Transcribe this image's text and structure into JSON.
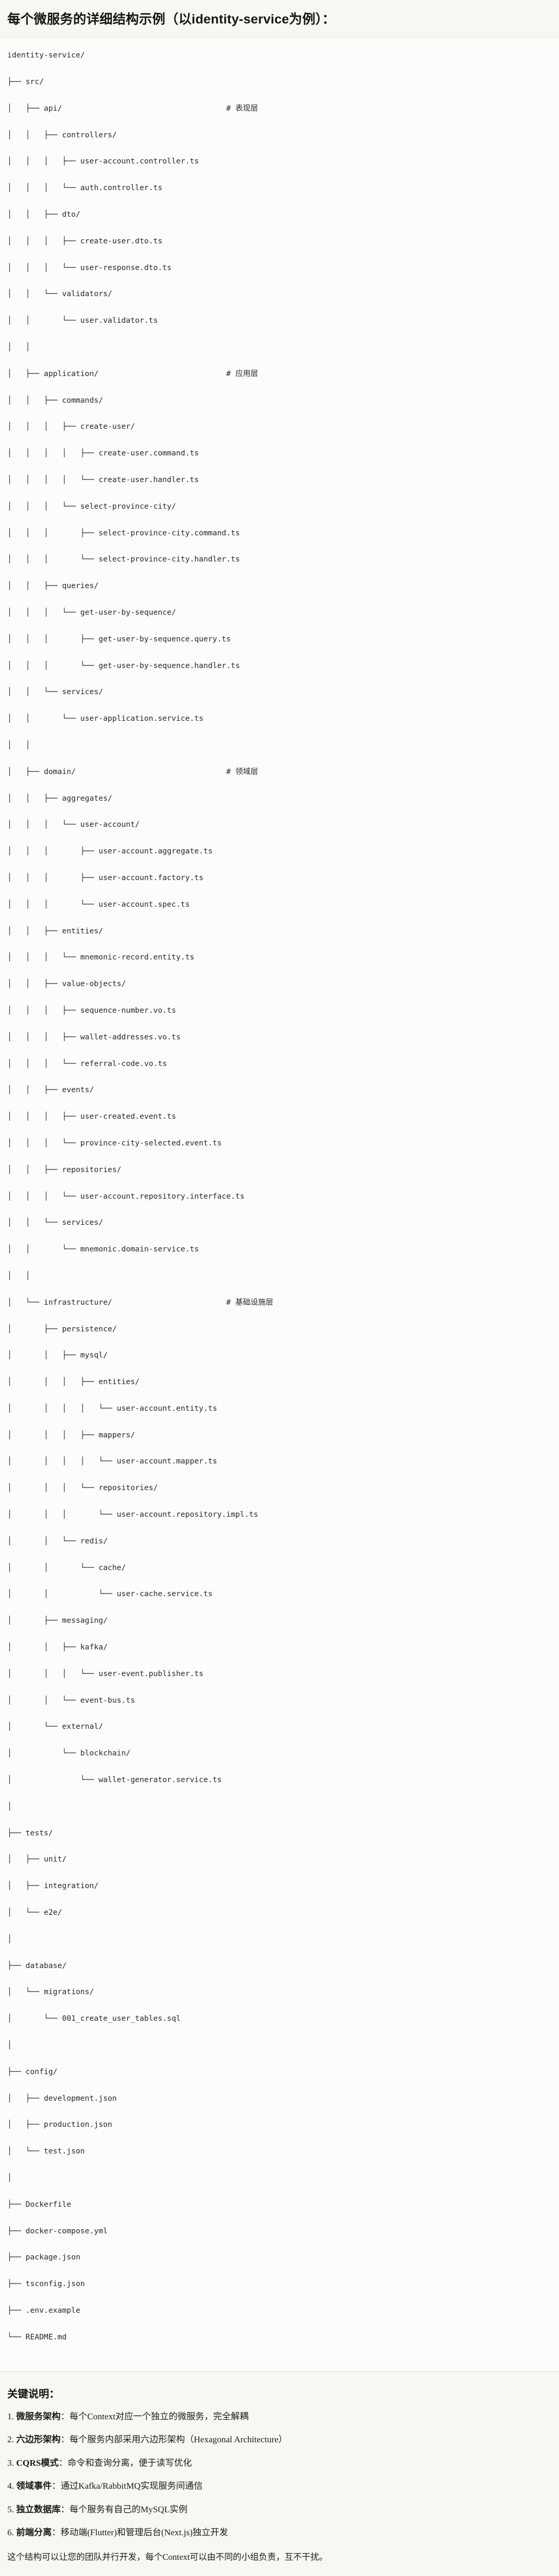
{
  "header": {
    "title": "每个微服务的详细结构示例（以identity-service为例）："
  },
  "tree": {
    "root": "identity-service/",
    "lines": [
      {
        "text": "identity-service/",
        "comment": ""
      },
      {
        "text": "├── src/",
        "comment": ""
      },
      {
        "text": "│   ├── api/",
        "comment": "# 表现层"
      },
      {
        "text": "│   │   ├── controllers/",
        "comment": ""
      },
      {
        "text": "│   │   │   ├── user-account.controller.ts",
        "comment": ""
      },
      {
        "text": "│   │   │   └── auth.controller.ts",
        "comment": ""
      },
      {
        "text": "│   │   ├── dto/",
        "comment": ""
      },
      {
        "text": "│   │   │   ├── create-user.dto.ts",
        "comment": ""
      },
      {
        "text": "│   │   │   └── user-response.dto.ts",
        "comment": ""
      },
      {
        "text": "│   │   └── validators/",
        "comment": ""
      },
      {
        "text": "│   │       └── user.validator.ts",
        "comment": ""
      },
      {
        "text": "│   │",
        "comment": ""
      },
      {
        "text": "│   ├── application/",
        "comment": "# 应用层"
      },
      {
        "text": "│   │   ├── commands/",
        "comment": ""
      },
      {
        "text": "│   │   │   ├── create-user/",
        "comment": ""
      },
      {
        "text": "│   │   │   │   ├── create-user.command.ts",
        "comment": ""
      },
      {
        "text": "│   │   │   │   └── create-user.handler.ts",
        "comment": ""
      },
      {
        "text": "│   │   │   └── select-province-city/",
        "comment": ""
      },
      {
        "text": "│   │   │       ├── select-province-city.command.ts",
        "comment": ""
      },
      {
        "text": "│   │   │       └── select-province-city.handler.ts",
        "comment": ""
      },
      {
        "text": "│   │   ├── queries/",
        "comment": ""
      },
      {
        "text": "│   │   │   └── get-user-by-sequence/",
        "comment": ""
      },
      {
        "text": "│   │   │       ├── get-user-by-sequence.query.ts",
        "comment": ""
      },
      {
        "text": "│   │   │       └── get-user-by-sequence.handler.ts",
        "comment": ""
      },
      {
        "text": "│   │   └── services/",
        "comment": ""
      },
      {
        "text": "│   │       └── user-application.service.ts",
        "comment": ""
      },
      {
        "text": "│   │",
        "comment": ""
      },
      {
        "text": "│   ├── domain/",
        "comment": "# 领域层"
      },
      {
        "text": "│   │   ├── aggregates/",
        "comment": ""
      },
      {
        "text": "│   │   │   └── user-account/",
        "comment": ""
      },
      {
        "text": "│   │   │       ├── user-account.aggregate.ts",
        "comment": ""
      },
      {
        "text": "│   │   │       ├── user-account.factory.ts",
        "comment": ""
      },
      {
        "text": "│   │   │       └── user-account.spec.ts",
        "comment": ""
      },
      {
        "text": "│   │   ├── entities/",
        "comment": ""
      },
      {
        "text": "│   │   │   └── mnemonic-record.entity.ts",
        "comment": ""
      },
      {
        "text": "│   │   ├── value-objects/",
        "comment": ""
      },
      {
        "text": "│   │   │   ├── sequence-number.vo.ts",
        "comment": ""
      },
      {
        "text": "│   │   │   ├── wallet-addresses.vo.ts",
        "comment": ""
      },
      {
        "text": "│   │   │   └── referral-code.vo.ts",
        "comment": ""
      },
      {
        "text": "│   │   ├── events/",
        "comment": ""
      },
      {
        "text": "│   │   │   ├── user-created.event.ts",
        "comment": ""
      },
      {
        "text": "│   │   │   └── province-city-selected.event.ts",
        "comment": ""
      },
      {
        "text": "│   │   ├── repositories/",
        "comment": ""
      },
      {
        "text": "│   │   │   └── user-account.repository.interface.ts",
        "comment": ""
      },
      {
        "text": "│   │   └── services/",
        "comment": ""
      },
      {
        "text": "│   │       └── mnemonic.domain-service.ts",
        "comment": ""
      },
      {
        "text": "│   │",
        "comment": ""
      },
      {
        "text": "│   └── infrastructure/",
        "comment": "# 基础设施层"
      },
      {
        "text": "│       ├── persistence/",
        "comment": ""
      },
      {
        "text": "│       │   ├── mysql/",
        "comment": ""
      },
      {
        "text": "│       │   │   ├── entities/",
        "comment": ""
      },
      {
        "text": "│       │   │   │   └── user-account.entity.ts",
        "comment": ""
      },
      {
        "text": "│       │   │   ├── mappers/",
        "comment": ""
      },
      {
        "text": "│       │   │   │   └── user-account.mapper.ts",
        "comment": ""
      },
      {
        "text": "│       │   │   └── repositories/",
        "comment": ""
      },
      {
        "text": "│       │   │       └── user-account.repository.impl.ts",
        "comment": ""
      },
      {
        "text": "│       │   └── redis/",
        "comment": ""
      },
      {
        "text": "│       │       └── cache/",
        "comment": ""
      },
      {
        "text": "│       │           └── user-cache.service.ts",
        "comment": ""
      },
      {
        "text": "│       ├── messaging/",
        "comment": ""
      },
      {
        "text": "│       │   ├── kafka/",
        "comment": ""
      },
      {
        "text": "│       │   │   └── user-event.publisher.ts",
        "comment": ""
      },
      {
        "text": "│       │   └── event-bus.ts",
        "comment": ""
      },
      {
        "text": "│       └── external/",
        "comment": ""
      },
      {
        "text": "│           └── blockchain/",
        "comment": ""
      },
      {
        "text": "│               └── wallet-generator.service.ts",
        "comment": ""
      },
      {
        "text": "│",
        "comment": ""
      },
      {
        "text": "├── tests/",
        "comment": ""
      },
      {
        "text": "│   ├── unit/",
        "comment": ""
      },
      {
        "text": "│   ├── integration/",
        "comment": ""
      },
      {
        "text": "│   └── e2e/",
        "comment": ""
      },
      {
        "text": "│",
        "comment": ""
      },
      {
        "text": "├── database/",
        "comment": ""
      },
      {
        "text": "│   └── migrations/",
        "comment": ""
      },
      {
        "text": "│       └── 001_create_user_tables.sql",
        "comment": ""
      },
      {
        "text": "│",
        "comment": ""
      },
      {
        "text": "├── config/",
        "comment": ""
      },
      {
        "text": "│   ├── development.json",
        "comment": ""
      },
      {
        "text": "│   ├── production.json",
        "comment": ""
      },
      {
        "text": "│   └── test.json",
        "comment": ""
      },
      {
        "text": "│",
        "comment": ""
      },
      {
        "text": "├── Dockerfile",
        "comment": ""
      },
      {
        "text": "├── docker-compose.yml",
        "comment": ""
      },
      {
        "text": "├── package.json",
        "comment": ""
      },
      {
        "text": "├── tsconfig.json",
        "comment": ""
      },
      {
        "text": "├── .env.example",
        "comment": ""
      },
      {
        "text": "└── README.md",
        "comment": ""
      }
    ],
    "comment_column": 48
  },
  "notes": {
    "title": "关键说明：",
    "items": [
      {
        "num": "1.",
        "term": "微服务架构",
        "sep": "：",
        "desc": "每个Context对应一个独立的微服务，完全解耦"
      },
      {
        "num": "2.",
        "term": "六边形架构",
        "sep": "：",
        "desc": "每个服务内部采用六边形架构（Hexagonal Architecture）"
      },
      {
        "num": "3.",
        "term": "CQRS模式",
        "sep": "：",
        "desc": "命令和查询分离，便于读写优化"
      },
      {
        "num": "4.",
        "term": "领域事件",
        "sep": "：",
        "desc": "通过Kafka/RabbitMQ实现服务间通信"
      },
      {
        "num": "5.",
        "term": "独立数据库",
        "sep": "：",
        "desc": "每个服务有自己的MySQL实例"
      },
      {
        "num": "6.",
        "term": "前端分离",
        "sep": "：",
        "desc": "移动端(Flutter)和管理后台(Next.js)独立开发"
      }
    ],
    "closing": "这个结构可以让您的团队并行开发，每个Context可以由不同的小组负责，互不干扰。"
  }
}
